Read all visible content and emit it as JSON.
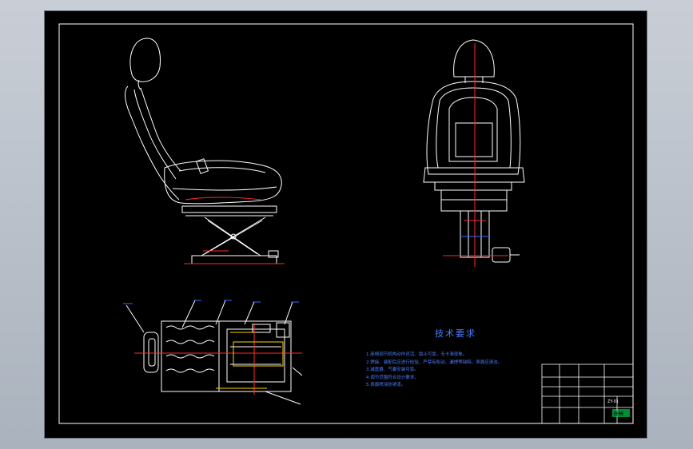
{
  "drawing": {
    "notes_title": "技术要求",
    "notes": [
      "1.座椅调节机构动作灵活、锁止可靠，无卡滞现象。",
      "2.焊接、装配后应进行检验，严禁有松动、漏焊等缺陷，表面应清洁。",
      "3.减震器、气囊安装可靠。",
      "4.调节范围符合设计要求。",
      "5.表面喷涂防锈漆。"
    ],
    "title_block": {
      "name": "座椅",
      "drawing_no": "ZY-01",
      "company": ""
    },
    "colors": {
      "background": "#000000",
      "line": "#ffffff",
      "accent_red": "#ff2a2a",
      "accent_blue": "#3a6bff",
      "accent_yellow": "#ffd400",
      "accent_green": "#00ff66"
    }
  }
}
